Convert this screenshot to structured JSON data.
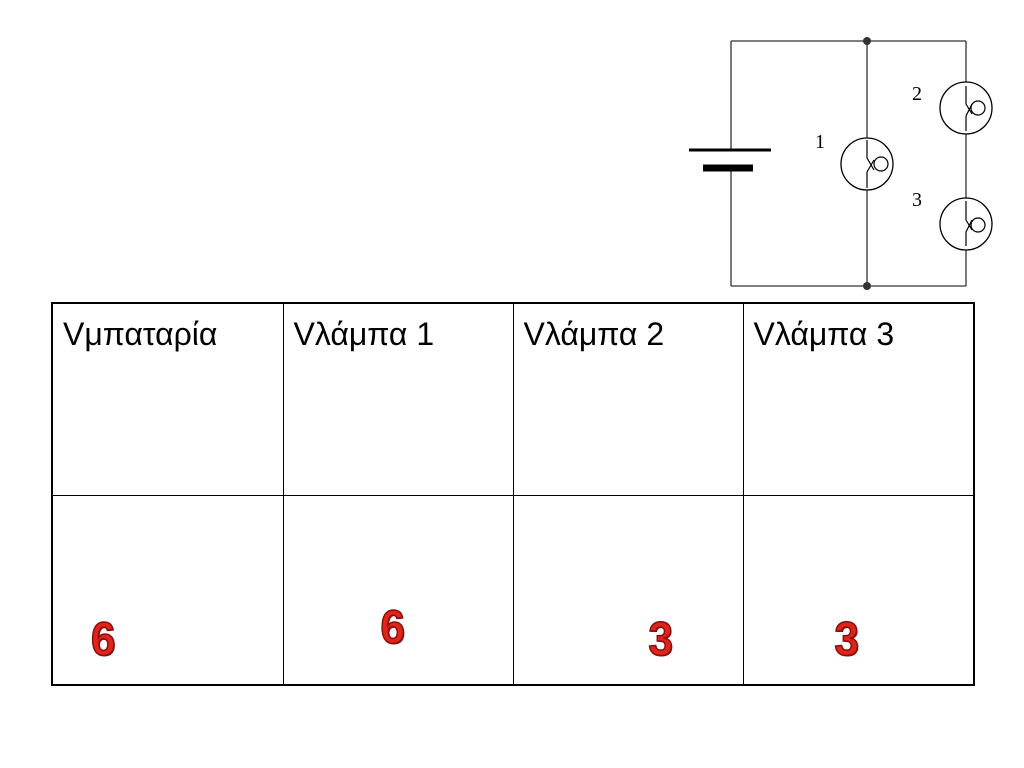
{
  "circuit": {
    "bulb_labels": {
      "bulb1": "1",
      "bulb2": "2",
      "bulb3": "3"
    },
    "wire_color": "#333333"
  },
  "table": {
    "headers": [
      "Vμπαταρία",
      "Vλάμπα 1",
      "Vλάμπα 2",
      "Vλάμπα 3"
    ],
    "values": [
      "6",
      "6",
      "3",
      "3"
    ],
    "value_color": "#e2231a"
  }
}
